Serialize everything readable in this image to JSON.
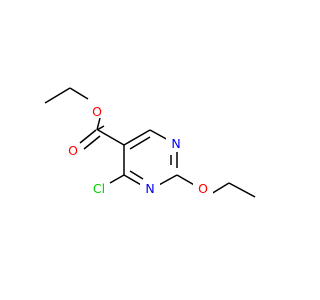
{
  "molecule": {
    "atoms": {
      "o_ester": {
        "symbol": "O",
        "color": "#ff0000"
      },
      "o_carbonyl": {
        "symbol": "O",
        "color": "#ff0000"
      },
      "n1": {
        "symbol": "N",
        "color": "#0000ff"
      },
      "n3": {
        "symbol": "N",
        "color": "#0000ff"
      },
      "cl": {
        "symbol": "Cl",
        "color": "#00cc00"
      },
      "o_ethoxy": {
        "symbol": "O",
        "color": "#ff0000"
      }
    },
    "bond_color": "#000000"
  }
}
